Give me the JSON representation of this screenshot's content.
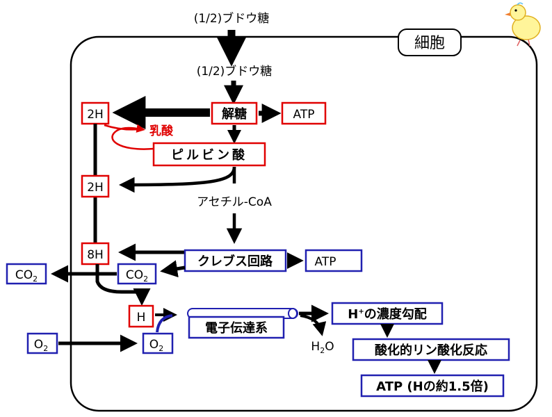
{
  "top_label": "(1/2)ブドウ糖",
  "cell_label": "細胞",
  "glucose_inner": "(1/2)ブドウ糖",
  "glycolysis": "解糖",
  "atp1": "ATP",
  "h2_1": "2H",
  "lactic_acid": "乳酸",
  "pyruvic_acid": "ピルビン酸",
  "h2_2": "2H",
  "acetyl_coa": "アセチル-CoA",
  "h8": "8H",
  "krebs": "クレブス回路",
  "atp2": "ATP",
  "co2_inner": "CO2",
  "co2_inner_main": "CO",
  "co2_inner_sub": "2",
  "co2_outer_main": "CO",
  "co2_outer_sub": "2",
  "h_label": "H",
  "etc": "電子伝達系",
  "hplus_main": "H",
  "hplus_sup": "+",
  "hplus_rest": "の濃度勾配",
  "o2_outer_main": "O",
  "o2_outer_sub": "2",
  "o2_inner_main": "O",
  "o2_inner_sub": "2",
  "h2o_main": "H",
  "h2o_sub": "2",
  "h2o_rest": "O",
  "oxphos": "酸化的リン酸化反応",
  "atp3": "ATP (Hの約1.5倍)",
  "colors": {
    "red": "#e00000",
    "blue": "#2020b0",
    "black": "#000000"
  }
}
